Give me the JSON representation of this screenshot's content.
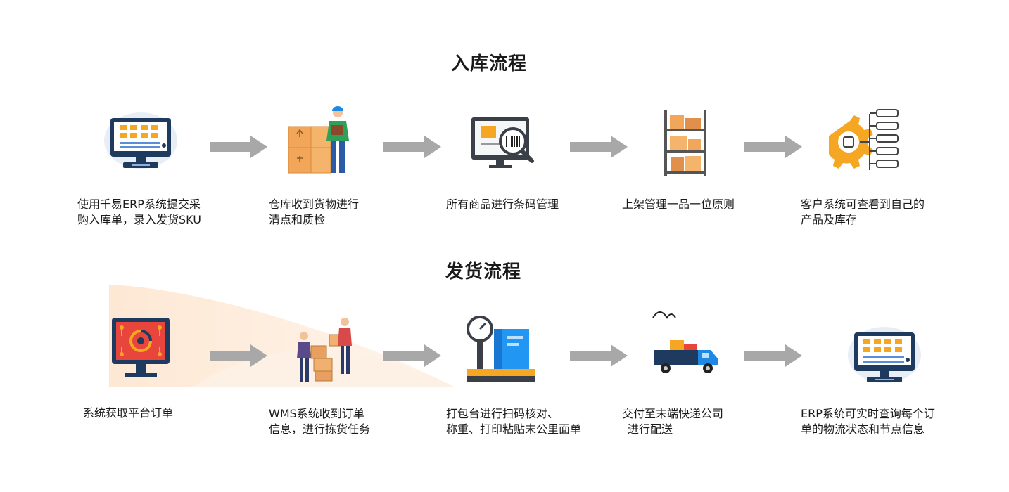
{
  "inbound": {
    "title": "入库流程",
    "steps": [
      {
        "icon": "erp-terminal-icon",
        "line1": "使用千易ERP系统提交采",
        "line2": "购入库单，录入发货SKU"
      },
      {
        "icon": "warehouse-worker-icon",
        "line1": "仓库收到货物进行",
        "line2": "清点和质检"
      },
      {
        "icon": "barcode-scan-icon",
        "line1": "所有商品进行条码管理",
        "line2": ""
      },
      {
        "icon": "shelf-icon",
        "line1": "上架管理一品一位原则",
        "line2": ""
      },
      {
        "icon": "gear-tree-icon",
        "line1": "客户系统可查看到自己的",
        "line2": "产品及库存"
      }
    ]
  },
  "outbound": {
    "title": "发货流程",
    "steps": [
      {
        "icon": "order-monitor-icon",
        "line1": "系统获取平台订单",
        "line2": ""
      },
      {
        "icon": "picking-workers-icon",
        "line1": "WMS系统收到订单",
        "line2": "信息，进行拣货任务"
      },
      {
        "icon": "scale-package-icon",
        "line1": "打包台进行扫码核对、",
        "line2": "称重、打印粘贴末公里面单"
      },
      {
        "icon": "delivery-truck-icon",
        "line1": "交付至末端快递公司",
        "line2": "进行配送"
      },
      {
        "icon": "erp-terminal-icon",
        "line1": "ERP系统可实时查询每个订",
        "line2": "单的物流状态和节点信息"
      }
    ]
  },
  "colors": {
    "arrow": "#a8a8a8",
    "accent_orange": "#f5a623",
    "accent_blue": "#1e88e5",
    "dark_navy": "#1f3a5f"
  }
}
